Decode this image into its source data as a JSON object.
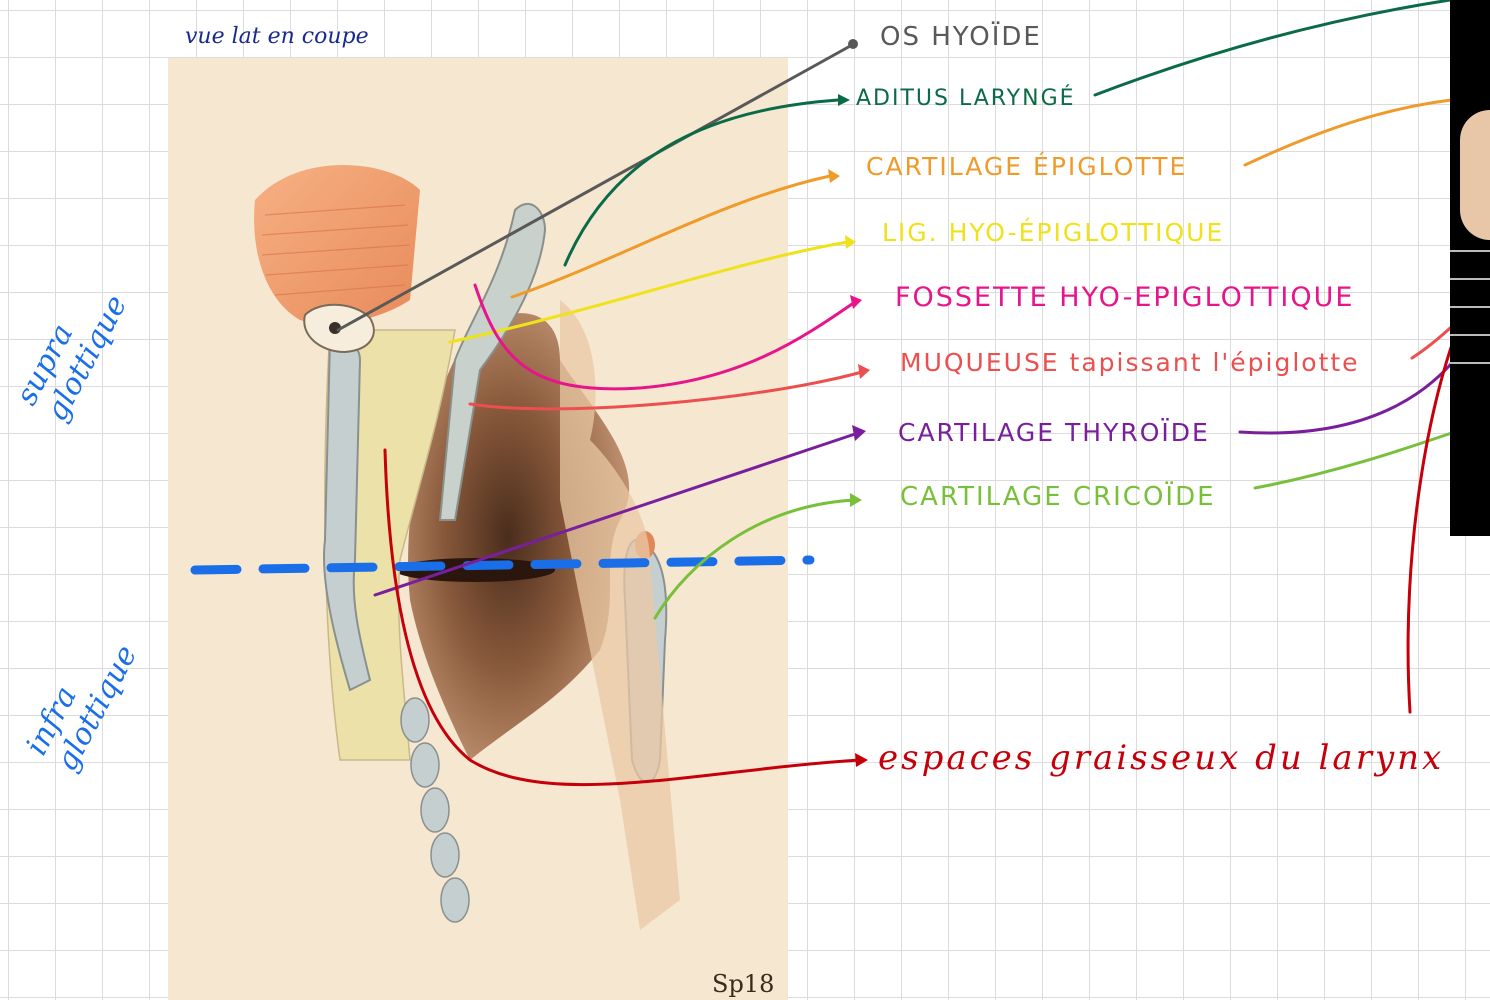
{
  "title": "vue lat en coupe",
  "side_labels": {
    "supra": "supra\nglottique",
    "infra": "infra\nglottique"
  },
  "figure_code": "Sp18",
  "labels": [
    {
      "id": "os-hyoide",
      "text": "OS HYOÏDE",
      "color": "#595959"
    },
    {
      "id": "aditus",
      "text": "ADITUS LARYNGÉ",
      "color": "#0b6b46"
    },
    {
      "id": "cartilage-epiglotte",
      "text": "CARTILAGE ÉPIGLOTTE",
      "color": "#f09a2a"
    },
    {
      "id": "lig-hyo-epiglottique",
      "text": "LIG. HYO-ÉPIGLOTTIQUE",
      "color": "#f0e21a"
    },
    {
      "id": "fossette",
      "text": "FOSSETTE HYO-EPIGLOTTIQUE",
      "color": "#e8148c"
    },
    {
      "id": "muqueuse",
      "text": "MUQUEUSE tapissant l'épiglotte",
      "color": "#ec4f4f"
    },
    {
      "id": "thyroide",
      "text": "CARTILAGE THYROÏDE",
      "color": "#7a1f9c"
    },
    {
      "id": "cricoide",
      "text": "CARTILAGE CRICOÏDE",
      "color": "#78c03b"
    },
    {
      "id": "espaces",
      "text": "espaces graisseux du larynx",
      "color": "#c5000b"
    }
  ],
  "colors": {
    "glottis_line": "#1a6fe8",
    "handwriting_blue": "#1a6fe8",
    "title_ink": "#1a2a8c"
  }
}
